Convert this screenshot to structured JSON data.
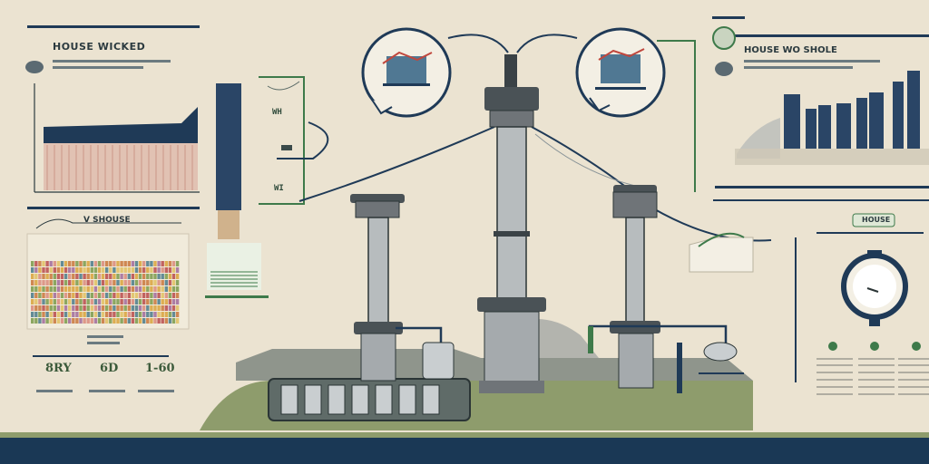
{
  "left_panel": {
    "title": "HOUSE WICKED",
    "section_label": "V SHOUSE"
  },
  "right_panel": {
    "title": "HOUSE WO SHOLE",
    "badge_label": "HOUSE"
  },
  "connector_tags": {
    "upper": "WH",
    "lower": "WI"
  },
  "stats": [
    {
      "value": "8RY"
    },
    {
      "value": "6D"
    },
    {
      "value": "1-60"
    }
  ],
  "colors": {
    "background": "#ebe3d1",
    "navy": "#1f3a57",
    "olive": "#8a9a6a",
    "green": "#3e7a4a",
    "steel": "#6f7478"
  }
}
